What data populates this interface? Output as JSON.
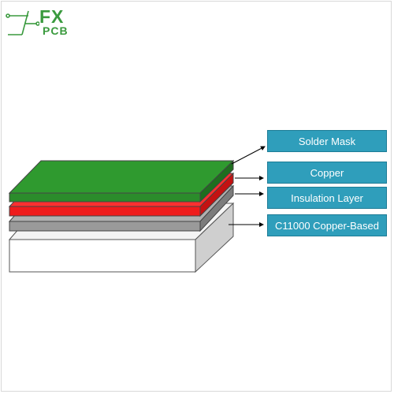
{
  "brand": {
    "line1": "FX",
    "line2": "PCB"
  },
  "layers": [
    {
      "label": "Solder Mask",
      "color": "#2b8c2b"
    },
    {
      "label": "Copper",
      "color": "#ef1c1c"
    },
    {
      "label": "Insulation Layer",
      "color": "#9a9a9a"
    },
    {
      "label": "C11000 Copper-Based",
      "color": "#f4f4f4"
    }
  ]
}
